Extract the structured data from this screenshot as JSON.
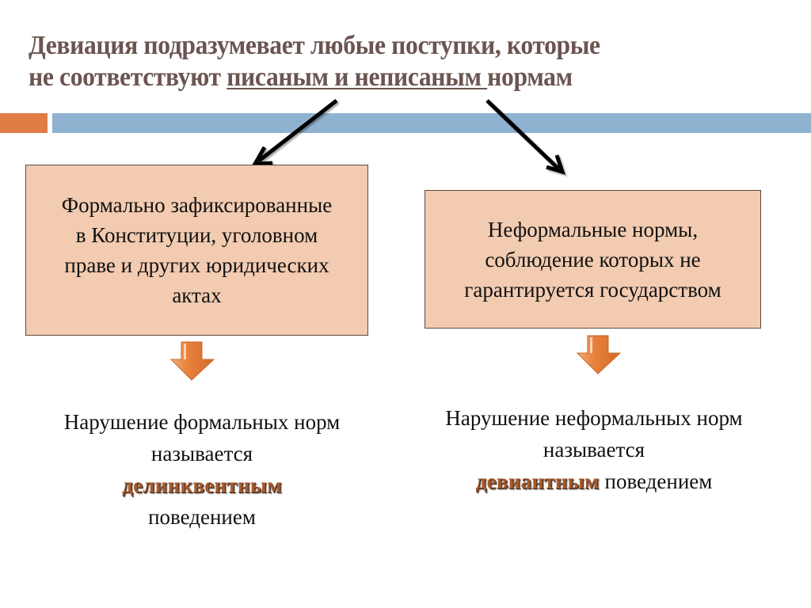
{
  "title": {
    "line1": "Девиация подразумевает любые поступки, которые",
    "line2_prefix": "не соответствуют ",
    "line2_underlined": "писаным и неписаным ",
    "line2_suffix": "нормам"
  },
  "colors": {
    "title": "#6B5550",
    "accent_orange": "#E07C45",
    "accent_blue": "#8FB2D0",
    "box_fill": "#F2CBB1",
    "box_border": "#5A4A44",
    "down_arrow": "#E8843E",
    "highlight_text": "#A55A2C"
  },
  "boxes": {
    "formal": {
      "text": "Формально зафиксированные в Конституции,  уголовном праве и других юридических актах"
    },
    "informal": {
      "text": "Неформальные нормы, соблюдение которых не гарантируется государством"
    }
  },
  "results": {
    "formal": {
      "before": "Нарушение формальных норм называется",
      "highlight": "делинквентным",
      "after": "поведением"
    },
    "informal": {
      "before": "Нарушение неформальных норм называется",
      "highlight": "девиантным",
      "after": " поведением"
    }
  },
  "icons": {
    "connector_left": "arrow-down-left-icon",
    "connector_right": "arrow-down-right-icon",
    "down_arrow_left": "block-arrow-down-icon",
    "down_arrow_right": "block-arrow-down-icon"
  }
}
